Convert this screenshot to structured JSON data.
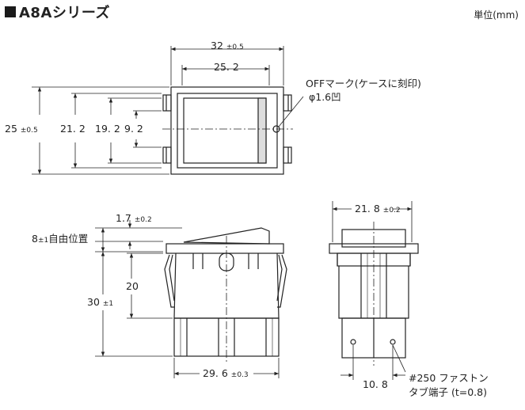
{
  "title": "A8Aシリーズ",
  "unit_note": "単位(mm)",
  "top_view": {
    "width_overall": {
      "value": "32",
      "tol": "±0.5"
    },
    "width_body": {
      "value": "25. 2"
    },
    "height_overall": {
      "value": "25",
      "tol": "±0.5"
    },
    "height_frame": {
      "value": "21. 2"
    },
    "height_body": {
      "value": "19. 2"
    },
    "height_window": {
      "value": "9. 2"
    },
    "off_mark_note": "OFFマーク(ケースに刻印)",
    "off_mark_dia": "φ1.6凹"
  },
  "side_view": {
    "lever_offset": {
      "value": "1.7",
      "tol": "±0.2"
    },
    "free_position": {
      "value": "8",
      "tol": "±1",
      "suffix": "自由位置"
    },
    "inner_height": {
      "value": "20"
    },
    "body_height": {
      "value": "30",
      "tol": "±1"
    },
    "base_width": {
      "value": "29. 6",
      "tol": "±0.3"
    }
  },
  "end_view": {
    "width": {
      "value": "21. 8",
      "tol": "±0.2"
    },
    "terminal_pitch": {
      "value": "10. 8"
    },
    "terminal_note_line1": "#250 ファストン",
    "terminal_note_line2": "タブ端子 (t=0.8)"
  }
}
